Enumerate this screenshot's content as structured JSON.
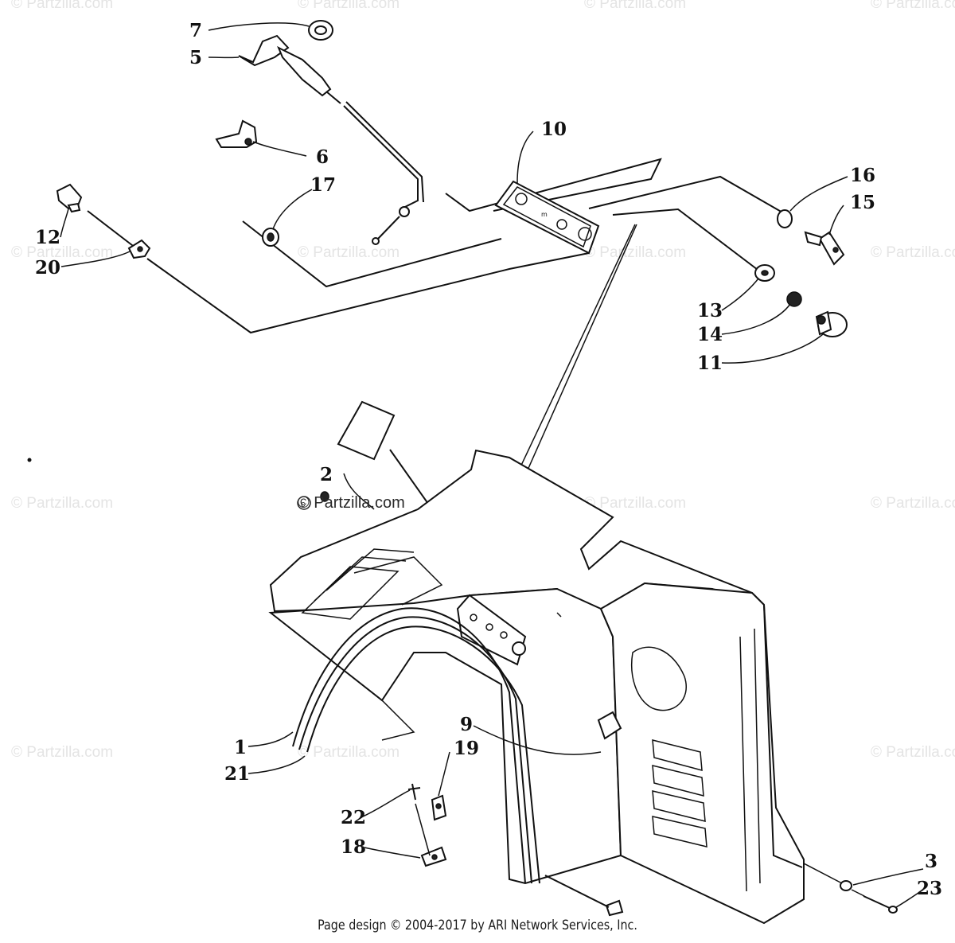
{
  "watermark": "© Partzilla.com",
  "footer": "Page design © 2004-2017 by ARI Network Services, Inc.",
  "callouts": {
    "c1": "1",
    "c2": "2",
    "c3": "3",
    "c5": "5",
    "c6": "6",
    "c7": "7",
    "c9": "9",
    "c10": "10",
    "c11": "11",
    "c12": "12",
    "c13": "13",
    "c14": "14",
    "c15": "15",
    "c16": "16",
    "c17": "17",
    "c18": "18",
    "c19": "19",
    "c20": "20",
    "c21": "21",
    "c22": "22",
    "c23": "23"
  }
}
